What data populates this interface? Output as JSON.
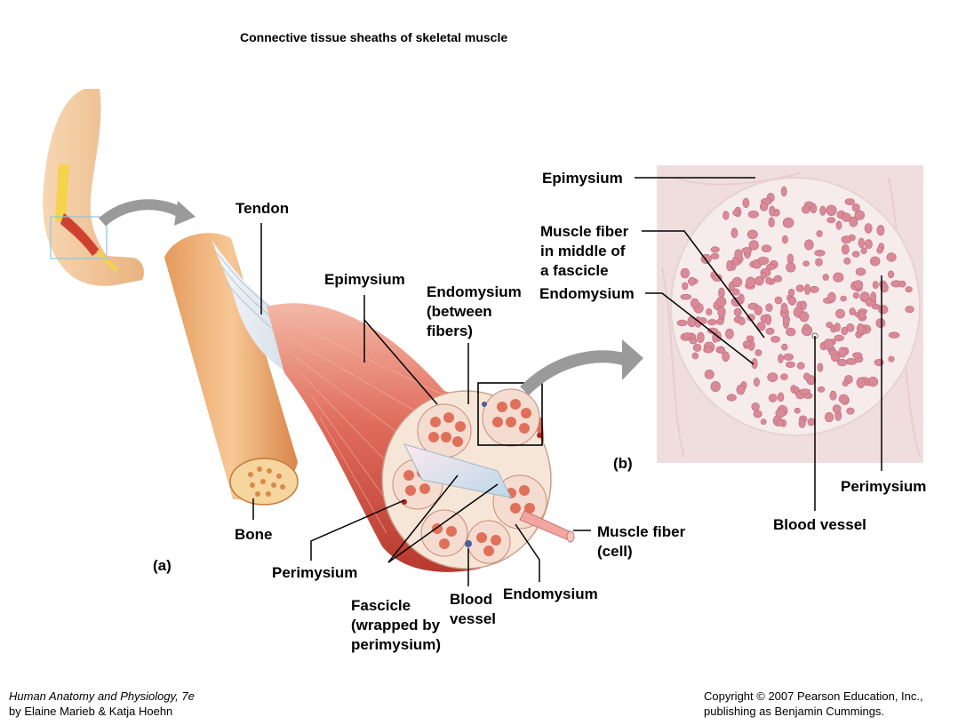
{
  "title": "Connective tissue sheaths of skeletal muscle",
  "panel_a": {
    "tag": "(a)",
    "labels": {
      "tendon": "Tendon",
      "epimysium": "Epimysium",
      "endomysium_between": "Endomysium\n(between\nfibers)",
      "bone": "Bone",
      "perimysium": "Perimysium",
      "fascicle": "Fascicle\n(wrapped by\nperimysium)",
      "blood_vessel": "Blood\nvessel",
      "endomysium": "Endomysium",
      "muscle_fiber": "Muscle fiber\n(cell)"
    }
  },
  "panel_b": {
    "tag": "(b)",
    "labels": {
      "epimysium": "Epimysium",
      "muscle_fiber_middle": "Muscle fiber\nin middle of\na fascicle",
      "endomysium": "Endomysium",
      "perimysium": "Perimysium",
      "blood_vessel": "Blood vessel"
    }
  },
  "footer": {
    "book": "Human Anatomy and Physiology, 7e",
    "authors": "by Elaine Marieb & Katja Hoehn",
    "copyright": "Copyright © 2007 Pearson Education, Inc.,",
    "publisher": "publishing as Benjamin Cummings."
  },
  "colors": {
    "muscle": "#d9574a",
    "muscle_light": "#f0a08a",
    "tendon": "#e8eef4",
    "bone": "#f0b078",
    "sheath": "#f6e6d8",
    "fiber": "#e0705a",
    "micrograph_bg": "#f2e4e4",
    "micrograph_fiber": "#d98a98",
    "arrow": "#9a9a9a",
    "skin": "#f3c69a"
  }
}
